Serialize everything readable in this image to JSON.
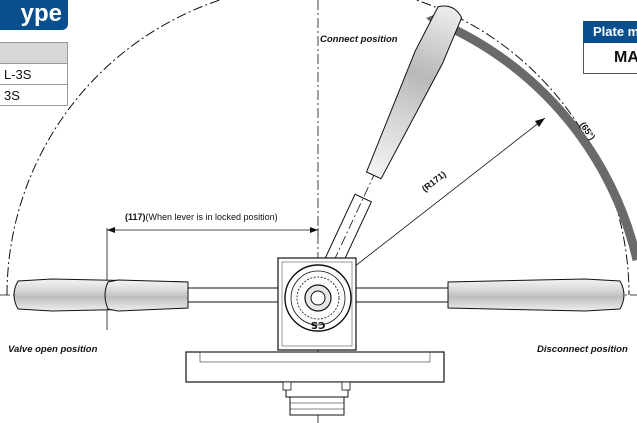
{
  "type_table": {
    "header": "ype",
    "rows": [
      {
        "text": ""
      },
      {
        "text": "L-3S"
      },
      {
        "text": "3S"
      }
    ]
  },
  "plate": {
    "title": "Plate m",
    "value": "MA"
  },
  "labels": {
    "connect": "Connect position",
    "valve_open": "Valve open position",
    "disconnect": "Disconnect position"
  },
  "dimensions": {
    "width_value": "(117)",
    "width_note": "(When lever is in locked position)",
    "radius": "(R171)",
    "angle": "(65°)"
  }
}
